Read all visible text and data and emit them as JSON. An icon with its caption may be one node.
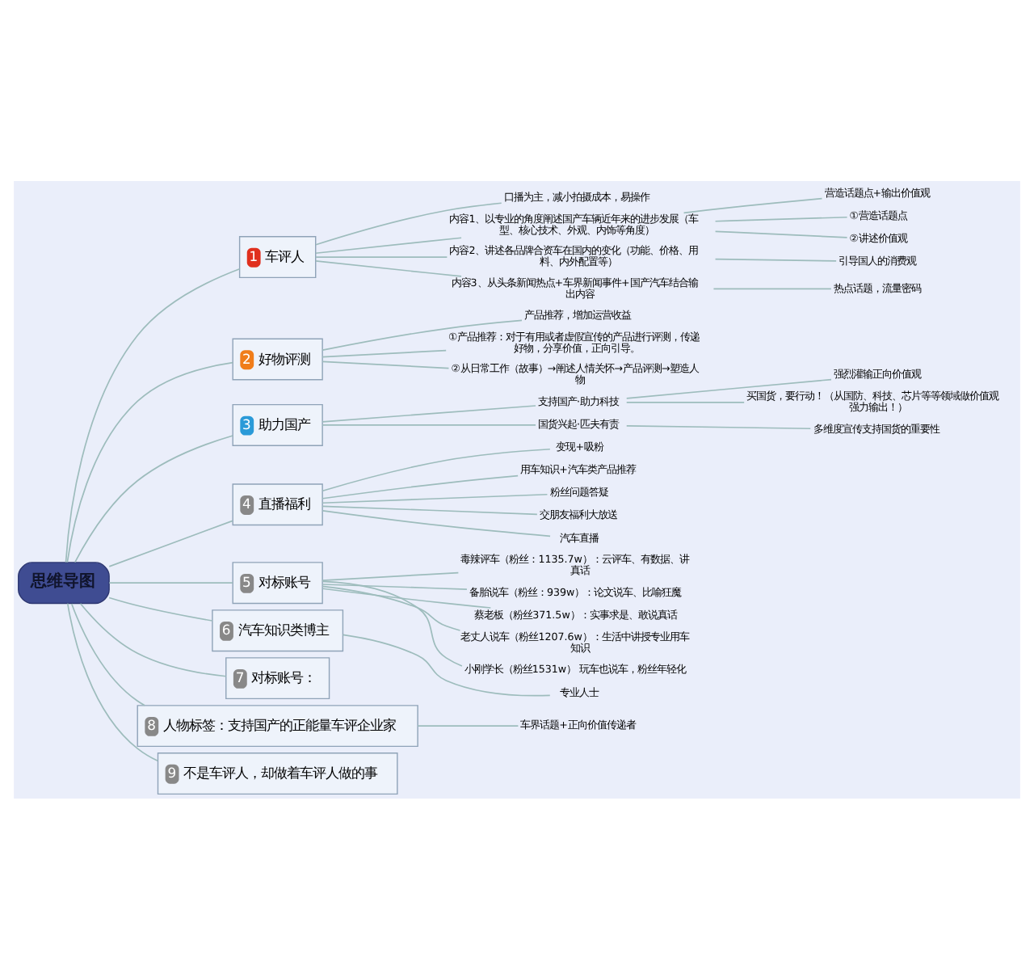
{
  "diagram": {
    "nodes": [
      {
        "text": [
          "思维导图"
        ]
      },
      {
        "text": [
          "1",
          "车评人"
        ]
      },
      {
        "text": [
          "口播为主，减小拍摄成本，易操作"
        ]
      },
      {
        "text": [
          "内容1、以专业的角度阐述国产车辆近年来的进步发展（车型、核心技术、外观、内饰等角度）"
        ]
      },
      {
        "text": [
          "营造话题点+输出价值观"
        ]
      },
      {
        "text": [
          "①营造话题点"
        ]
      },
      {
        "text": [
          "②讲述价值观"
        ]
      },
      {
        "text": [
          "内容2、讲述各品牌合资车在国内的变化（功能、价格、用料、内外配置等）"
        ]
      },
      {
        "text": [
          "引导国人的消费观"
        ]
      },
      {
        "text": [
          "内容3、从头条新闻热点+车界新闻事件+国产汽车结合输出内容"
        ]
      },
      {
        "text": [
          "热点话题，流量密码"
        ]
      },
      {
        "text": [
          "2",
          "好物评测"
        ]
      },
      {
        "text": [
          "产品推荐，增加运营收益"
        ]
      },
      {
        "text": [
          "①产品推荐：对于有用或者虚假宣传的产品进行评测，传递好物，分享价值，正向引导。"
        ]
      },
      {
        "text": [
          "②从日常工作（故事）→阐述人情关怀→产品评测→塑造人物"
        ]
      },
      {
        "text": [
          "3",
          "助力国产"
        ]
      },
      {
        "text": [
          "支持国产·助力科技"
        ]
      },
      {
        "text": [
          "强烈灌输正向价值观"
        ]
      },
      {
        "text": [
          "买国货，要行动！（从国防、科技、芯片等等领域做价值观强力输出！）"
        ]
      },
      {
        "text": [
          "国货兴起·匹夫有责"
        ]
      },
      {
        "text": [
          "多维度宣传支持国货的重要性"
        ]
      },
      {
        "text": [
          "4",
          "直播福利"
        ]
      },
      {
        "text": [
          "变现+吸粉"
        ]
      },
      {
        "text": [
          "用车知识+汽车类产品推荐"
        ]
      },
      {
        "text": [
          "粉丝问题答疑"
        ]
      },
      {
        "text": [
          "交朋友福利大放送"
        ]
      },
      {
        "text": [
          "汽车直播"
        ]
      },
      {
        "text": [
          "5",
          "对标账号"
        ]
      },
      {
        "text": [
          "毒辣评车（粉丝：1135.7w）：云评车、有数据、讲真话"
        ]
      },
      {
        "text": [
          "备胎说车（粉丝：939w）：论文说车、比喻狂魔"
        ]
      },
      {
        "text": [
          "蔡老板（粉丝371.5w）：实事求是、敢说真话"
        ]
      },
      {
        "text": [
          "老丈人说车（粉丝1207.6w）：生活中讲授专业用车知识"
        ]
      },
      {
        "text": [
          "小刚学长（粉丝1531w） 玩车也说车，粉丝年轻化"
        ]
      },
      {
        "text": [
          "6",
          "汽车知识类博主"
        ]
      },
      {
        "text": [
          "专业人士"
        ]
      },
      {
        "text": [
          "7",
          "对标账号："
        ]
      },
      {
        "text": [
          "8",
          "人物标签：支持国产的正能量车评企业家"
        ]
      },
      {
        "text": [
          "车界话题+正向价值传递者"
        ]
      },
      {
        "text": [
          "9",
          "不是车评人，却做着车评人做的事"
        ]
      }
    ],
    "edges": [
      {
        "from": 0,
        "to": 1,
        "arrow": "none"
      },
      {
        "from": 1,
        "to": 2,
        "arrow": "none"
      },
      {
        "from": 1,
        "to": 3,
        "arrow": "none"
      },
      {
        "from": 3,
        "to": 4,
        "arrow": "none"
      },
      {
        "from": 3,
        "to": 5,
        "arrow": "none"
      },
      {
        "from": 3,
        "to": 6,
        "arrow": "none"
      },
      {
        "from": 1,
        "to": 7,
        "arrow": "none"
      },
      {
        "from": 7,
        "to": 8,
        "arrow": "none"
      },
      {
        "from": 1,
        "to": 9,
        "arrow": "none"
      },
      {
        "from": 9,
        "to": 10,
        "arrow": "none"
      },
      {
        "from": 0,
        "to": 11,
        "arrow": "none"
      },
      {
        "from": 11,
        "to": 12,
        "arrow": "none"
      },
      {
        "from": 11,
        "to": 13,
        "arrow": "none"
      },
      {
        "from": 11,
        "to": 14,
        "arrow": "none"
      },
      {
        "from": 0,
        "to": 15,
        "arrow": "none"
      },
      {
        "from": 15,
        "to": 16,
        "arrow": "none"
      },
      {
        "from": 16,
        "to": 17,
        "arrow": "none"
      },
      {
        "from": 16,
        "to": 18,
        "arrow": "none"
      },
      {
        "from": 15,
        "to": 19,
        "arrow": "none"
      },
      {
        "from": 19,
        "to": 20,
        "arrow": "none"
      },
      {
        "from": 0,
        "to": 21,
        "arrow": "none"
      },
      {
        "from": 21,
        "to": 22,
        "arrow": "none"
      },
      {
        "from": 21,
        "to": 23,
        "arrow": "none"
      },
      {
        "from": 21,
        "to": 24,
        "arrow": "none"
      },
      {
        "from": 21,
        "to": 25,
        "arrow": "none"
      },
      {
        "from": 21,
        "to": 26,
        "arrow": "none"
      },
      {
        "from": 0,
        "to": 27,
        "arrow": "none"
      },
      {
        "from": 27,
        "to": 28,
        "arrow": "none"
      },
      {
        "from": 27,
        "to": 29,
        "arrow": "none"
      },
      {
        "from": 27,
        "to": 30,
        "arrow": "none"
      },
      {
        "from": 27,
        "to": 31,
        "arrow": "none"
      },
      {
        "from": 27,
        "to": 32,
        "arrow": "none"
      },
      {
        "from": 0,
        "to": 33,
        "arrow": "none"
      },
      {
        "from": 33,
        "to": 34,
        "arrow": "none"
      },
      {
        "from": 0,
        "to": 35,
        "arrow": "none"
      },
      {
        "from": 0,
        "to": 36,
        "arrow": "none"
      },
      {
        "from": 36,
        "to": 37,
        "arrow": "none"
      },
      {
        "from": 0,
        "to": 38,
        "arrow": "none"
      }
    ]
  }
}
